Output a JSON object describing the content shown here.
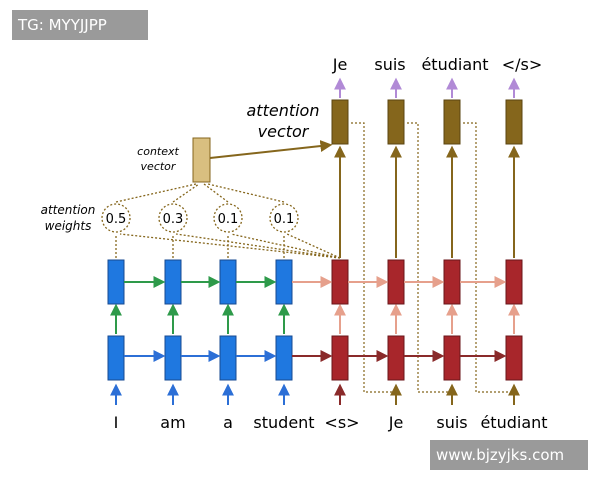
{
  "watermark_top": "TG: MYYJJPP",
  "watermark_bottom": "www.bjzyjks.com",
  "diagram": {
    "source_tokens": [
      "I",
      "am",
      "a",
      "student"
    ],
    "decoder_input_tokens": [
      "<s>",
      "Je",
      "suis",
      "étudiant"
    ],
    "output_tokens": [
      "Je",
      "suis",
      "étudiant",
      "</s>"
    ],
    "attention_weights": [
      "0.5",
      "0.3",
      "0.1",
      "0.1"
    ],
    "labels": {
      "context_vector_line1": "context",
      "context_vector_line2": "vector",
      "attention_weights_line1": "attention",
      "attention_weights_line2": "weights",
      "attention_vector_line1": "attention",
      "attention_vector_line2": "vector"
    },
    "colors": {
      "encoder": "#1f78e0",
      "decoder": "#a8262b",
      "attention_vector": "#85661c",
      "context_vector": "#d9bf80",
      "output_arrow": "#b18ad6",
      "input_arrow": "#2c6fd6",
      "encoder_h1": "#2e9a4a",
      "encoder_h2": "#2c6fd6",
      "decoder_h1": "#e6a08c",
      "decoder_h2": "#8a2a2a",
      "vertical_encoder": "#2e9a4a",
      "vertical_decoder": "#e6a08c",
      "attention_line": "#85661c"
    }
  }
}
